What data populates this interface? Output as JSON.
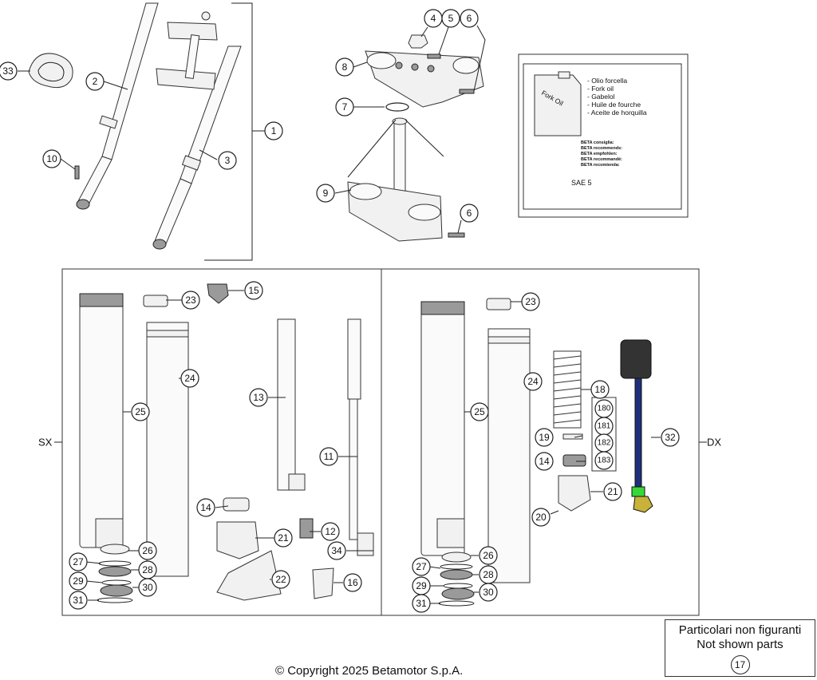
{
  "oil_box": {
    "container_label": "Fork Oil",
    "lines": [
      "- Olio forcella",
      "- Fork oil",
      "- Gabelol",
      "- Huile de fourche",
      "- Aceite de horquilla"
    ],
    "recommend_lines": [
      "BETA consiglia:",
      "BETA recommends:",
      "BETA empfohlen:",
      "BETA recommandé:",
      "BETA recomienda:"
    ],
    "grade": "SAE 5"
  },
  "labels": {
    "left_side": "SX",
    "right_side": "DX"
  },
  "not_shown": {
    "line1": "Particolari non figuranti",
    "line2": "Not shown parts",
    "part": "17"
  },
  "copyright": "© Copyright 2025 Betamotor S.p.A.",
  "callouts": [
    "1",
    "2",
    "3",
    "4",
    "5",
    "6",
    "7",
    "8",
    "9",
    "10",
    "11",
    "12",
    "13",
    "14",
    "15",
    "16",
    "18",
    "19",
    "20",
    "21",
    "22",
    "23",
    "24",
    "25",
    "26",
    "27",
    "28",
    "29",
    "30",
    "31",
    "32",
    "33",
    "34",
    "180",
    "181",
    "182",
    "183"
  ]
}
